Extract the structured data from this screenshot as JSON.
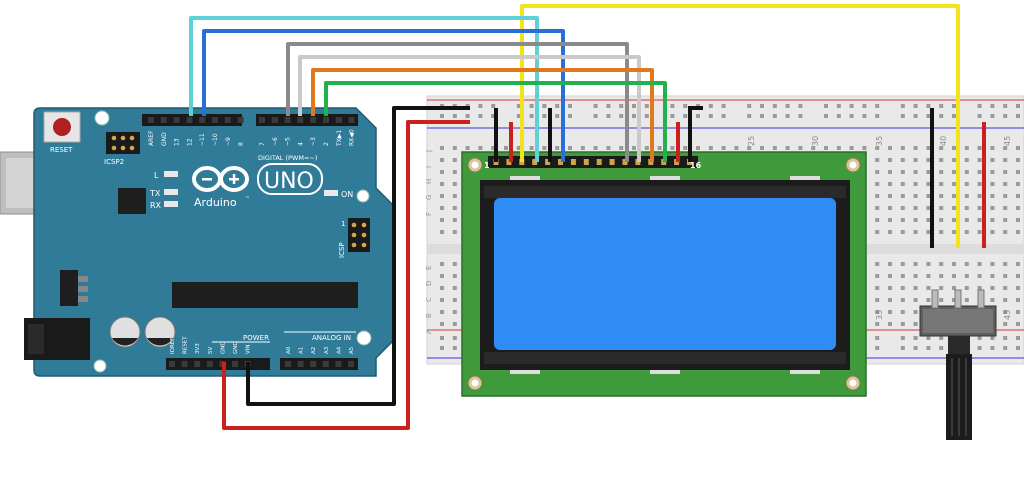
{
  "arduino": {
    "reset_label": "RESET",
    "icsp2_label": "ICSP2",
    "icsp_label": "ICSP",
    "icsp_one": "1",
    "brand_label": "Arduino",
    "brand_tm": "™",
    "model_label": "UNO",
    "digital_label": "DIGITAL (PWM=~)",
    "power_label": "POWER",
    "analog_label": "ANALOG IN",
    "led_l_label": "L",
    "led_tx_label": "TX",
    "led_rx_label": "RX",
    "on_label": "ON",
    "digital_pins": [
      "AREF",
      "GND",
      "13",
      "12",
      "~11",
      "~10",
      "~9",
      "8",
      "7",
      "~6",
      "~5",
      "4",
      "~3",
      "2",
      "TX▶1",
      "RX◀0"
    ],
    "power_pins": [
      "IOREF",
      "RESET",
      "3V3",
      "5V",
      "GND",
      "GND",
      "VIN"
    ],
    "analog_pins": [
      "A0",
      "A1",
      "A2",
      "A3",
      "A4",
      "A5"
    ]
  },
  "breadboard": {
    "column_numbers": [
      "25",
      "30",
      "35",
      "40",
      "45"
    ],
    "row_letters_top": [
      "J",
      "I",
      "H",
      "G",
      "F"
    ],
    "row_letters_bottom": [
      "E",
      "D",
      "C",
      "B",
      "A"
    ]
  },
  "lcd": {
    "pin_first_label": "1",
    "pin_last_label": "16",
    "screen_color": "#2f8cf4"
  },
  "wires": [
    {
      "name": "arduino-12-to-lcd-rs",
      "color": "#5fd0d6"
    },
    {
      "name": "arduino-11-to-lcd-e",
      "color": "#2a6fd6"
    },
    {
      "name": "arduino-5-to-lcd-d4",
      "color": "#8a8a8a"
    },
    {
      "name": "arduino-4-to-lcd-d5",
      "color": "#c9c9c9"
    },
    {
      "name": "arduino-3-to-lcd-d6",
      "color": "#e0781d"
    },
    {
      "name": "arduino-2-to-lcd-d7",
      "color": "#22b14c"
    },
    {
      "name": "pot-wiper-to-lcd-v0",
      "color": "#f2e31c"
    },
    {
      "name": "gnd-to-breadboard",
      "color": "#111111"
    },
    {
      "name": "5v-to-breadboard",
      "color": "#cc1f1f"
    }
  ]
}
